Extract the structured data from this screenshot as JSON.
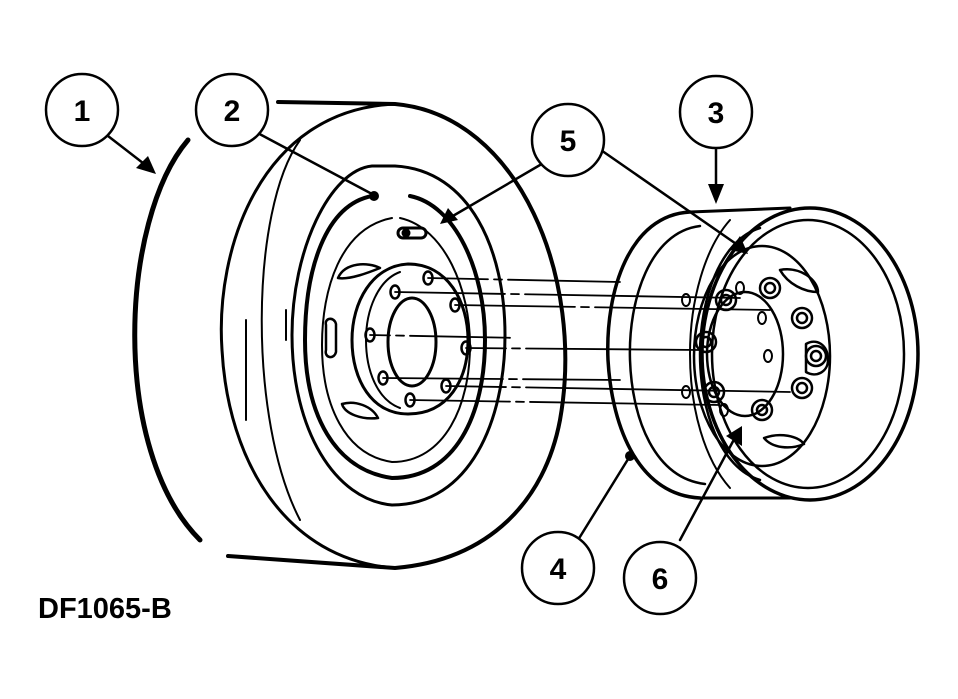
{
  "figure_id": "DF1065-B",
  "callouts": {
    "c1": "1",
    "c2": "2",
    "c3": "3",
    "c4": "4",
    "c5": "5",
    "c6": "6"
  },
  "colors": {
    "ink": "#000000",
    "paper": "#ffffff"
  }
}
